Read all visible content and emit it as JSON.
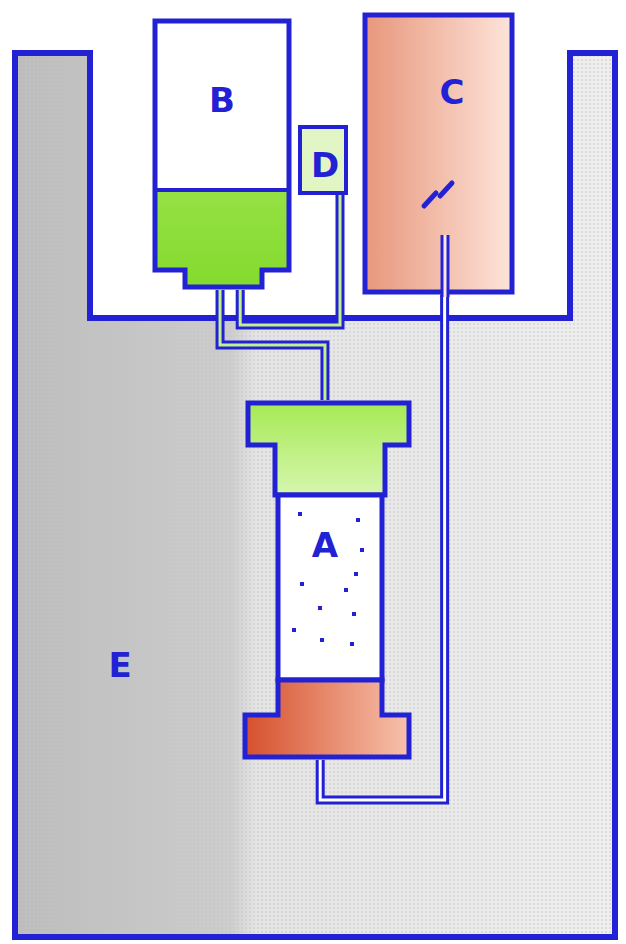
{
  "diagram": {
    "nodes": [
      {
        "text": [
          "B"
        ]
      },
      {
        "text": [
          "D"
        ]
      },
      {
        "text": [
          "C"
        ]
      },
      {
        "text": [
          "E"
        ]
      },
      {
        "text": [
          "A"
        ],
        "in": 3
      }
    ],
    "edges": [
      {
        "from": 0,
        "to": 4,
        "arrow": "none"
      },
      {
        "from": 1,
        "to": 0,
        "arrow": "none"
      },
      {
        "from": 2,
        "to": 4,
        "arrow": "none"
      }
    ]
  }
}
